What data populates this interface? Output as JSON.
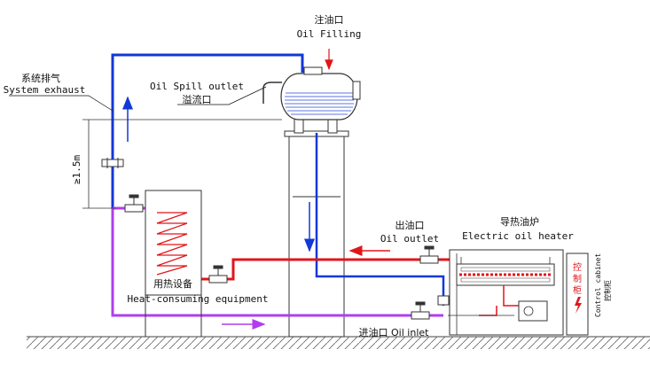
{
  "labels": {
    "oil_filling_cn": "注油口",
    "oil_filling_en": "Oil Filling",
    "system_exhaust_cn": "系统排气",
    "system_exhaust_en": "System exhaust",
    "oil_spill_en": "Oil Spill outlet",
    "oil_spill_cn": "溢流口",
    "height_note": "≥1.5m",
    "oil_outlet_cn": "出油口",
    "oil_outlet_en": "Oil outlet",
    "heater_cn": "导热油炉",
    "heater_en": "Electric oil heater",
    "equipment_cn": "用热设备",
    "equipment_en": "Heat-consuming equipment",
    "oil_inlet": "进油口 Oil inlet",
    "cabinet_cn_1": "控",
    "cabinet_cn_2": "制",
    "cabinet_cn_3": "柜",
    "cabinet_en": "Control cabinet",
    "cabinet_cn_side": "控制柜"
  },
  "colors": {
    "hot_line": "#e0161b",
    "cold_line": "#1238d8",
    "return_line": "#b23cf0",
    "structure": "#333333",
    "ground_hatch": "#555555",
    "oil_level": "#2a49d9"
  }
}
